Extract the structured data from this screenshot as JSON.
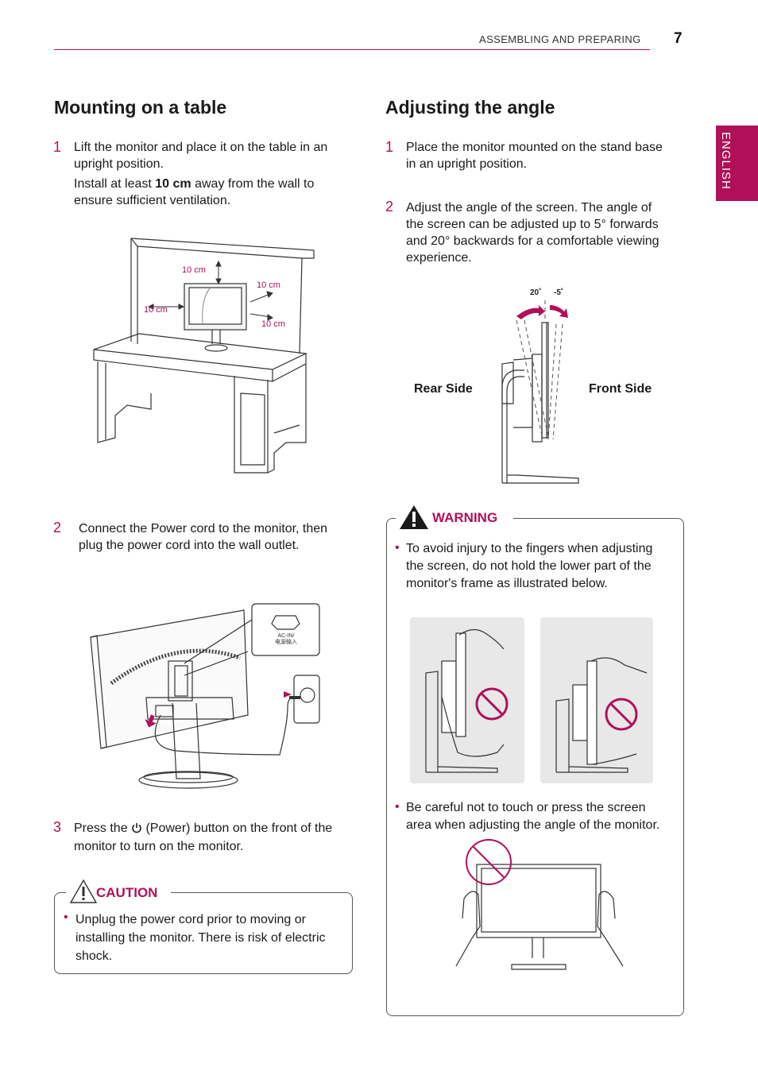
{
  "header": {
    "section": "ASSEMBLING AND PREPARING",
    "page_number": "7",
    "language_tab": "ENGLISH"
  },
  "mounting": {
    "title": "Mounting on a table",
    "step1": {
      "number": "1",
      "text_line1": "Lift the monitor and place it on the table in an",
      "text_line2": "upright position.",
      "install_prefix": "Install at least ",
      "install_bold": "10 cm",
      "install_suffix": " away from the wall to",
      "install_line2": "ensure sufficient ventilation."
    },
    "clearance_labels": [
      "10 cm",
      "10 cm",
      "10 cm",
      "10 cm"
    ],
    "step2": {
      "number": "2",
      "line1": "Connect the Power cord to the monitor, then",
      "line2": "plug the power cord into the wall outlet."
    },
    "port_label": {
      "line1": "AC-IN/",
      "line2": "电源输入"
    },
    "step3": {
      "number": "3",
      "prefix": "Press the ",
      "suffix": " (Power) button on the front of the",
      "line2": "monitor to turn on the monitor."
    },
    "caution": {
      "title": "CAUTION",
      "line1": "Unplug the power cord prior to moving or",
      "line2": "installing the monitor. There is risk of electric",
      "line3": "shock."
    }
  },
  "angle": {
    "title": "Adjusting the angle",
    "step1": {
      "number": "1",
      "line1": "Place the monitor mounted on the stand base",
      "line2": "in an upright position."
    },
    "step2": {
      "number": "2",
      "line1": "Adjust the angle of the screen. The angle of",
      "line2": "the screen can be adjusted up to 5° forwards",
      "line3": "and 20° backwards for a comfortable viewing",
      "line4": "experience."
    },
    "angle_back": "20˚",
    "angle_front": "-5˚",
    "rear_side": "Rear Side",
    "front_side": "Front Side",
    "warning": {
      "title": "WARNING",
      "b1_line1": "To avoid injury to the fingers when adjusting",
      "b1_line2": "the screen, do not hold the lower part of the",
      "b1_line3": "monitor's frame as illustrated below.",
      "b2_line1": "Be careful not to touch or press the screen",
      "b2_line2": "area when adjusting the angle of the monitor."
    }
  }
}
